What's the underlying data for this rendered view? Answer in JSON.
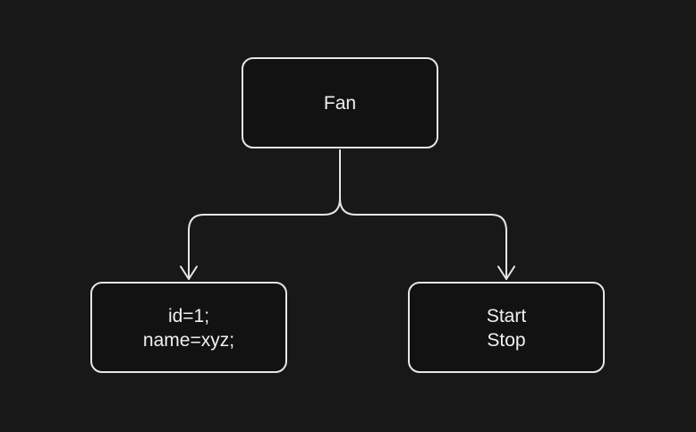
{
  "diagram": {
    "root": {
      "label": "Fan"
    },
    "children": [
      {
        "lines": [
          "id=1;",
          "name=xyz;"
        ]
      },
      {
        "lines": [
          "Start",
          "Stop"
        ]
      }
    ]
  },
  "colors": {
    "background": "#181818",
    "node_fill": "#121212",
    "stroke": "#e6e6e6",
    "text": "#f0f0f0"
  }
}
